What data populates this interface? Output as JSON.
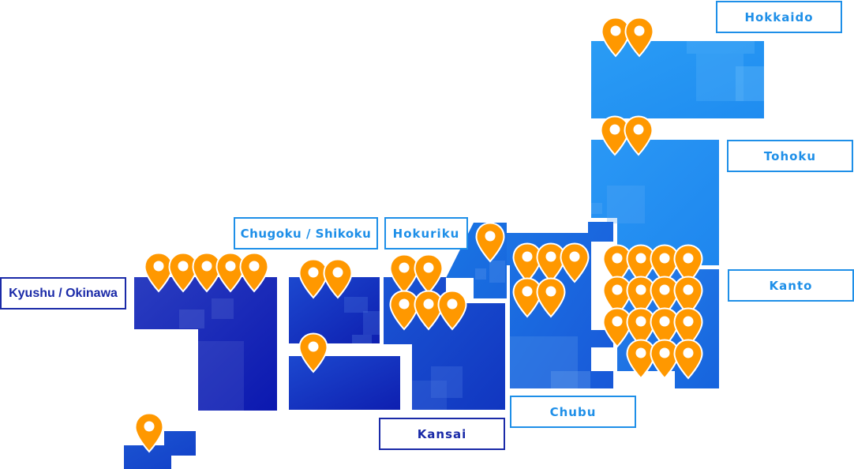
{
  "regions": {
    "hokkaido": {
      "label": "Hokkaido",
      "color": "#2196f3"
    },
    "tohoku": {
      "label": "Tohoku",
      "color": "#2196f3"
    },
    "kanto": {
      "label": "Kanto",
      "color": "#1e78e6"
    },
    "chubu": {
      "label": "Chubu",
      "color": "#1a6fe0"
    },
    "hokuriku": {
      "label": "Hokuriku",
      "color": "#1a6fe0"
    },
    "kansai": {
      "label": "Kansai",
      "color": "#1448cc"
    },
    "chugoku_shikoku": {
      "label": "Chugoku / Shikoku",
      "color": "#1a3ec8"
    },
    "kyushu_okinawa": {
      "label": "Kyushu / Okinawa",
      "color": "#1a2db8"
    }
  },
  "colors": {
    "pin": "#ff9800",
    "pin_hole": "#ffffff",
    "label_light": "#1e8fe8",
    "label_dark": "#1a2aa8"
  },
  "icons": {
    "pin": "location-pin-icon"
  }
}
